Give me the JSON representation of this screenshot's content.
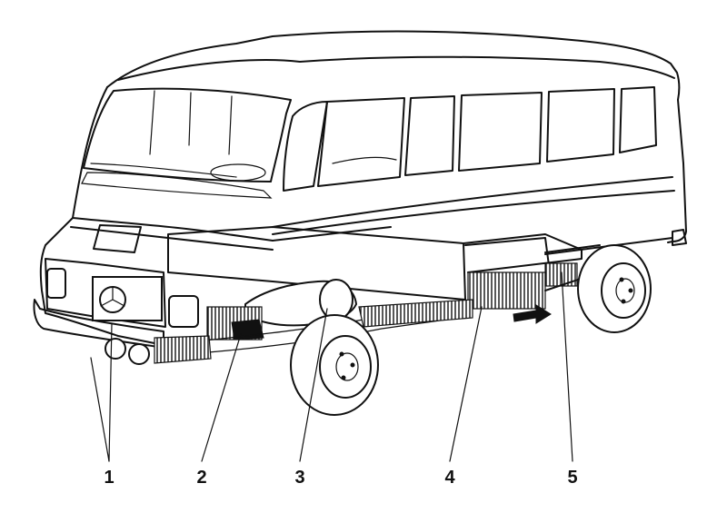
{
  "figure": {
    "callouts": [
      {
        "label": "1"
      },
      {
        "label": "2"
      },
      {
        "label": "3"
      },
      {
        "label": "4"
      },
      {
        "label": "5"
      }
    ]
  }
}
